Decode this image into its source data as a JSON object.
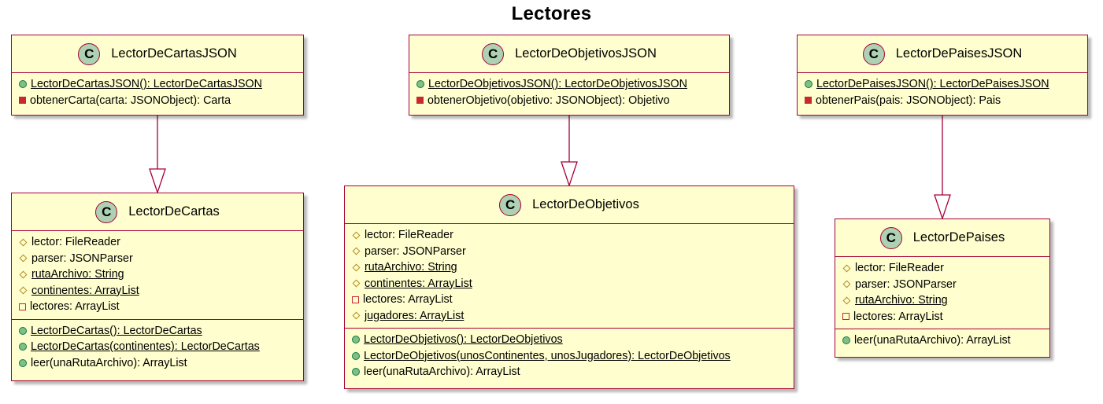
{
  "diagram_title": "Lectores",
  "class_marker": "C",
  "classes": {
    "lector_cartas_json": {
      "name": "LectorDeCartasJSON",
      "methods": [
        {
          "text": "LectorDeCartasJSON(): LectorDeCartasJSON",
          "visibility": "public",
          "static": true
        },
        {
          "text": "obtenerCarta(carta: JSONObject): Carta",
          "visibility": "private",
          "static": false
        }
      ]
    },
    "lector_objetivos_json": {
      "name": "LectorDeObjetivosJSON",
      "methods": [
        {
          "text": "LectorDeObjetivosJSON(): LectorDeObjetivosJSON",
          "visibility": "public",
          "static": true
        },
        {
          "text": "obtenerObjetivo(objetivo: JSONObject): Objetivo",
          "visibility": "private",
          "static": false
        }
      ]
    },
    "lector_paises_json": {
      "name": "LectorDePaisesJSON",
      "methods": [
        {
          "text": "LectorDePaisesJSON(): LectorDePaisesJSON",
          "visibility": "public",
          "static": true
        },
        {
          "text": "obtenerPais(pais: JSONObject): Pais",
          "visibility": "private",
          "static": false
        }
      ]
    },
    "lector_cartas": {
      "name": "LectorDeCartas",
      "fields": [
        {
          "text": "lector: FileReader",
          "visibility": "protected",
          "static": false
        },
        {
          "text": "parser: JSONParser",
          "visibility": "protected",
          "static": false
        },
        {
          "text": "rutaArchivo: String",
          "visibility": "protected",
          "static": true
        },
        {
          "text": "continentes: ArrayList",
          "visibility": "protected",
          "static": true
        },
        {
          "text": "lectores: ArrayList",
          "visibility": "private-field",
          "static": false
        }
      ],
      "methods": [
        {
          "text": "LectorDeCartas(): LectorDeCartas",
          "visibility": "public",
          "static": true
        },
        {
          "text": "LectorDeCartas(continentes): LectorDeCartas",
          "visibility": "public",
          "static": true
        },
        {
          "text": "leer(unaRutaArchivo): ArrayList",
          "visibility": "public",
          "static": false
        }
      ]
    },
    "lector_objetivos": {
      "name": "LectorDeObjetivos",
      "fields": [
        {
          "text": "lector: FileReader",
          "visibility": "protected",
          "static": false
        },
        {
          "text": "parser: JSONParser",
          "visibility": "protected",
          "static": false
        },
        {
          "text": "rutaArchivo: String",
          "visibility": "protected",
          "static": true
        },
        {
          "text": "continentes: ArrayList",
          "visibility": "protected",
          "static": true
        },
        {
          "text": "lectores: ArrayList",
          "visibility": "private-field",
          "static": false
        },
        {
          "text": "jugadores: ArrayList",
          "visibility": "protected",
          "static": true
        }
      ],
      "methods": [
        {
          "text": "LectorDeObjetivos(): LectorDeObjetivos",
          "visibility": "public",
          "static": true
        },
        {
          "text": "LectorDeObjetivos(unosContinentes, unosJugadores): LectorDeObjetivos",
          "visibility": "public",
          "static": true
        },
        {
          "text": "leer(unaRutaArchivo): ArrayList",
          "visibility": "public",
          "static": false
        }
      ]
    },
    "lector_paises": {
      "name": "LectorDePaises",
      "fields": [
        {
          "text": "lector: FileReader",
          "visibility": "protected",
          "static": false
        },
        {
          "text": "parser: JSONParser",
          "visibility": "protected",
          "static": false
        },
        {
          "text": "rutaArchivo: String",
          "visibility": "protected",
          "static": true
        },
        {
          "text": "lectores: ArrayList",
          "visibility": "private-field",
          "static": false
        }
      ],
      "methods": [
        {
          "text": "leer(unaRutaArchivo): ArrayList",
          "visibility": "public",
          "static": false
        }
      ]
    }
  },
  "relations": [
    {
      "from": "LectorDeCartasJSON",
      "to": "LectorDeCartas",
      "type": "extends"
    },
    {
      "from": "LectorDeObjetivosJSON",
      "to": "LectorDeObjetivos",
      "type": "extends"
    },
    {
      "from": "LectorDePaisesJSON",
      "to": "LectorDePaises",
      "type": "extends"
    }
  ],
  "colors": {
    "class_fill": "#fefece",
    "border": "#a80036",
    "class_icon": "#add1b2",
    "public": "#84be84",
    "private": "#c82930",
    "protected": "#b38d22"
  }
}
